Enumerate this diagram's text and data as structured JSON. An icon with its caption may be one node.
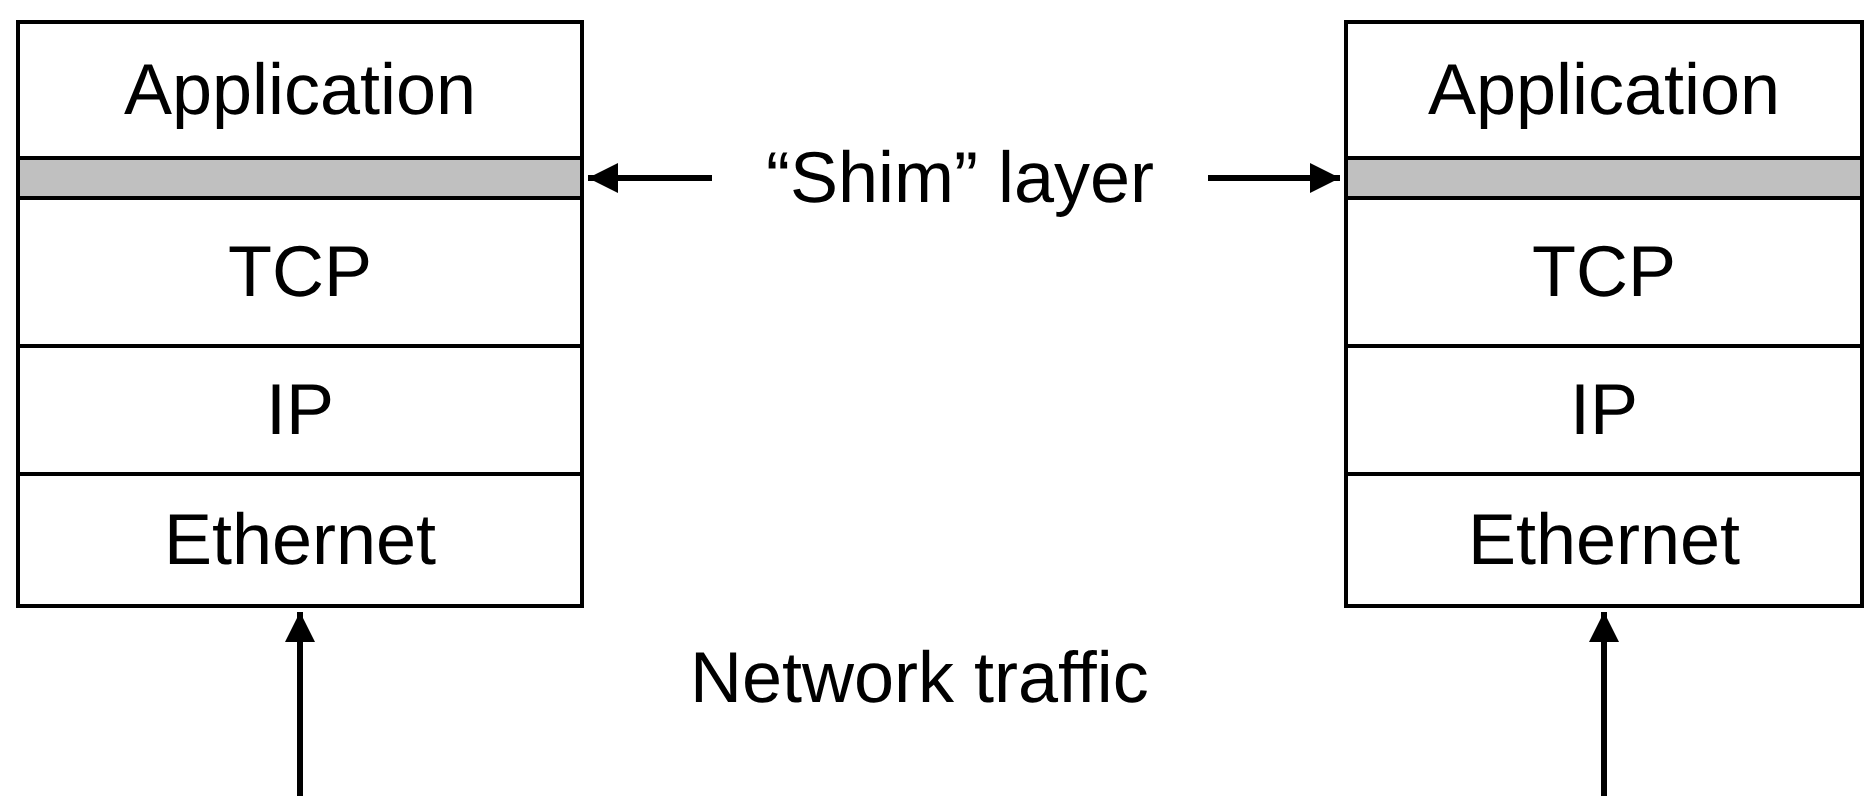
{
  "diagram": {
    "nodes": [
      {
        "text": [
          "Application"
        ]
      },
      {
        "text": [],
        "shape": "box"
      },
      {
        "text": [
          "TCP"
        ]
      },
      {
        "text": [
          "IP"
        ]
      },
      {
        "text": [
          "Ethernet"
        ]
      },
      {
        "text": [
          "“Shim” layer"
        ]
      },
      {
        "text": [
          "Application"
        ]
      },
      {
        "text": [],
        "shape": "box"
      },
      {
        "text": [
          "TCP"
        ]
      },
      {
        "text": [
          "IP"
        ]
      },
      {
        "text": [
          "Ethernet"
        ]
      }
    ],
    "edges": [
      {
        "from": 5,
        "to": 1,
        "arrow": "to"
      },
      {
        "from": 5,
        "to": 7,
        "arrow": "to"
      },
      {
        "from": null,
        "to": 4,
        "arrow": "to"
      },
      {
        "from": null,
        "to": 10,
        "arrow": "to"
      }
    ],
    "labels": [
      "Network traffic"
    ]
  }
}
